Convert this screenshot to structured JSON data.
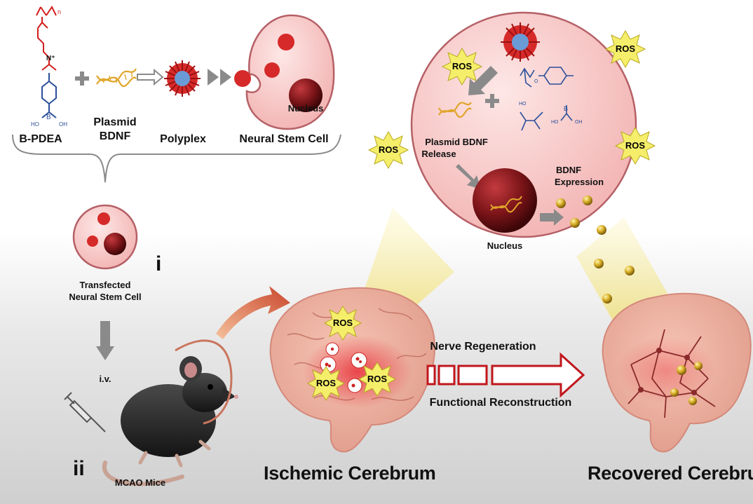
{
  "labels": {
    "bpdea": "B-PDEA",
    "plasmid": "Plasmid",
    "bdnf": "BDNF",
    "polyplex": "Polyplex",
    "neural_stem_cell": "Neural Stem Cell",
    "nucleus_small": "Nucleus",
    "transfected_1": "Transfected",
    "transfected_2": "Neural Stem Cell",
    "step_i": "i",
    "step_ii": "ii",
    "iv": "i.v.",
    "mcao": "MCAO Mice",
    "plasmid_release_1": "Plasmid BDNF",
    "plasmid_release_2": "Release",
    "bdnf_expression_1": "BDNF",
    "bdnf_expression_2": "Expression",
    "nucleus_large": "Nucleus",
    "nerve_regeneration": "Nerve Regeneration",
    "functional_reconstruction": "Functional Reconstruction",
    "ischemic_cerebrum": "Ischemic Cerebrum",
    "recovered_cerebrum": "Recovered Cerebrum",
    "ros": "ROS",
    "chem_n_plus": "N⁺",
    "chem_b": "B",
    "chem_ho": "HO",
    "chem_oh": "OH",
    "chem_o": "O",
    "chem_n": "n"
  },
  "colors": {
    "cell_fill": "#f6c9c6",
    "cell_stroke": "#b56066",
    "nucleus": "#6e1014",
    "ros_star": "#f5ee6a",
    "polymer_red": "#d21e1e",
    "boronic_blue": "#2a4f9a",
    "arrow_red": "#c0161c",
    "dna_gold": "#e0a52a"
  }
}
